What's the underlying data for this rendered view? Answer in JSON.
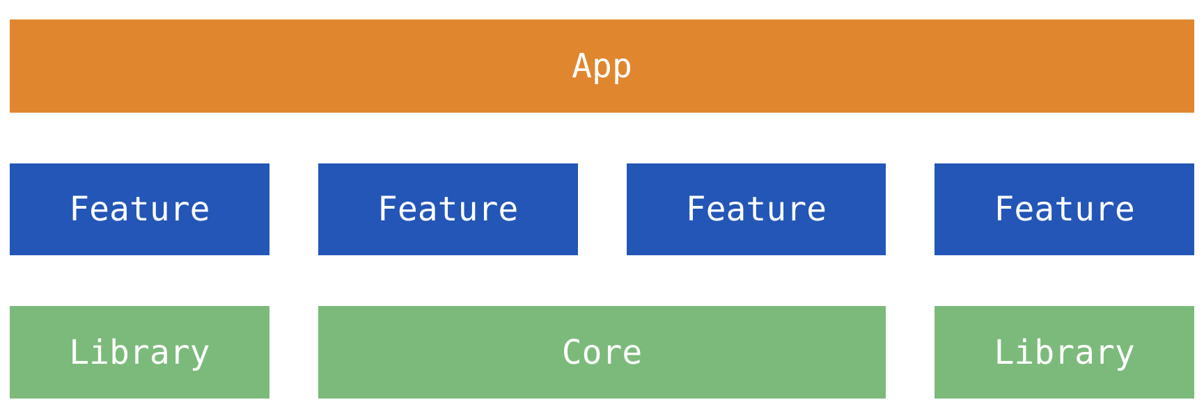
{
  "diagram": {
    "colors": {
      "app": "#E0862F",
      "feature": "#2356B6",
      "core_library": "#7CBA7B",
      "label_text": "#FFFFFF",
      "background": "#FFFFFF"
    },
    "app": {
      "label": "App"
    },
    "features": [
      {
        "label": "Feature"
      },
      {
        "label": "Feature"
      },
      {
        "label": "Feature"
      },
      {
        "label": "Feature"
      }
    ],
    "bottom_row": [
      {
        "label": "Library"
      },
      {
        "label": "Core"
      },
      {
        "label": "Library"
      }
    ]
  }
}
